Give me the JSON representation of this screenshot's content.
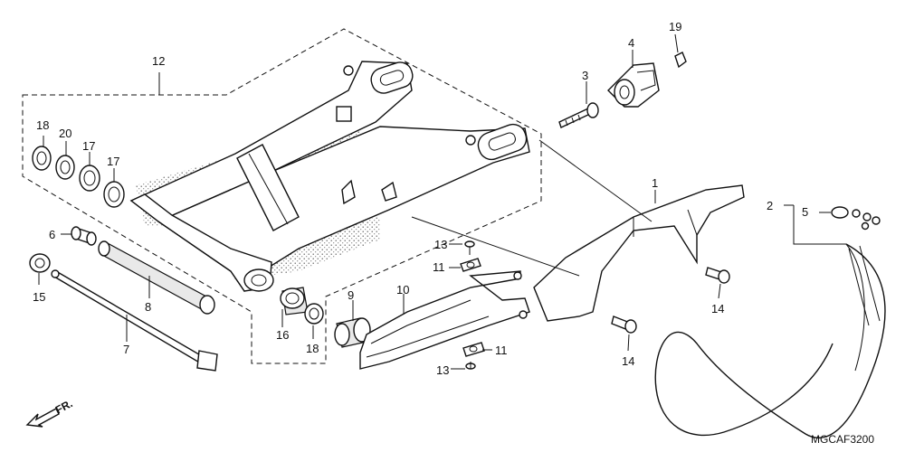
{
  "callouts": {
    "c1": "1",
    "c2": "2",
    "c3": "3",
    "c4": "4",
    "c5": "5",
    "c6": "6",
    "c7": "7",
    "c8": "8",
    "c9": "9",
    "c10": "10",
    "c11a": "11",
    "c11b": "11",
    "c12": "12",
    "c13a": "13",
    "c13b": "13",
    "c14a": "14",
    "c14b": "14",
    "c15": "15",
    "c16": "16",
    "c17a": "17",
    "c17b": "17",
    "c18a": "18",
    "c18b": "18",
    "c19": "19",
    "c20": "20"
  },
  "front_marker": "FR.",
  "diagram_code": "MGCAF3200"
}
